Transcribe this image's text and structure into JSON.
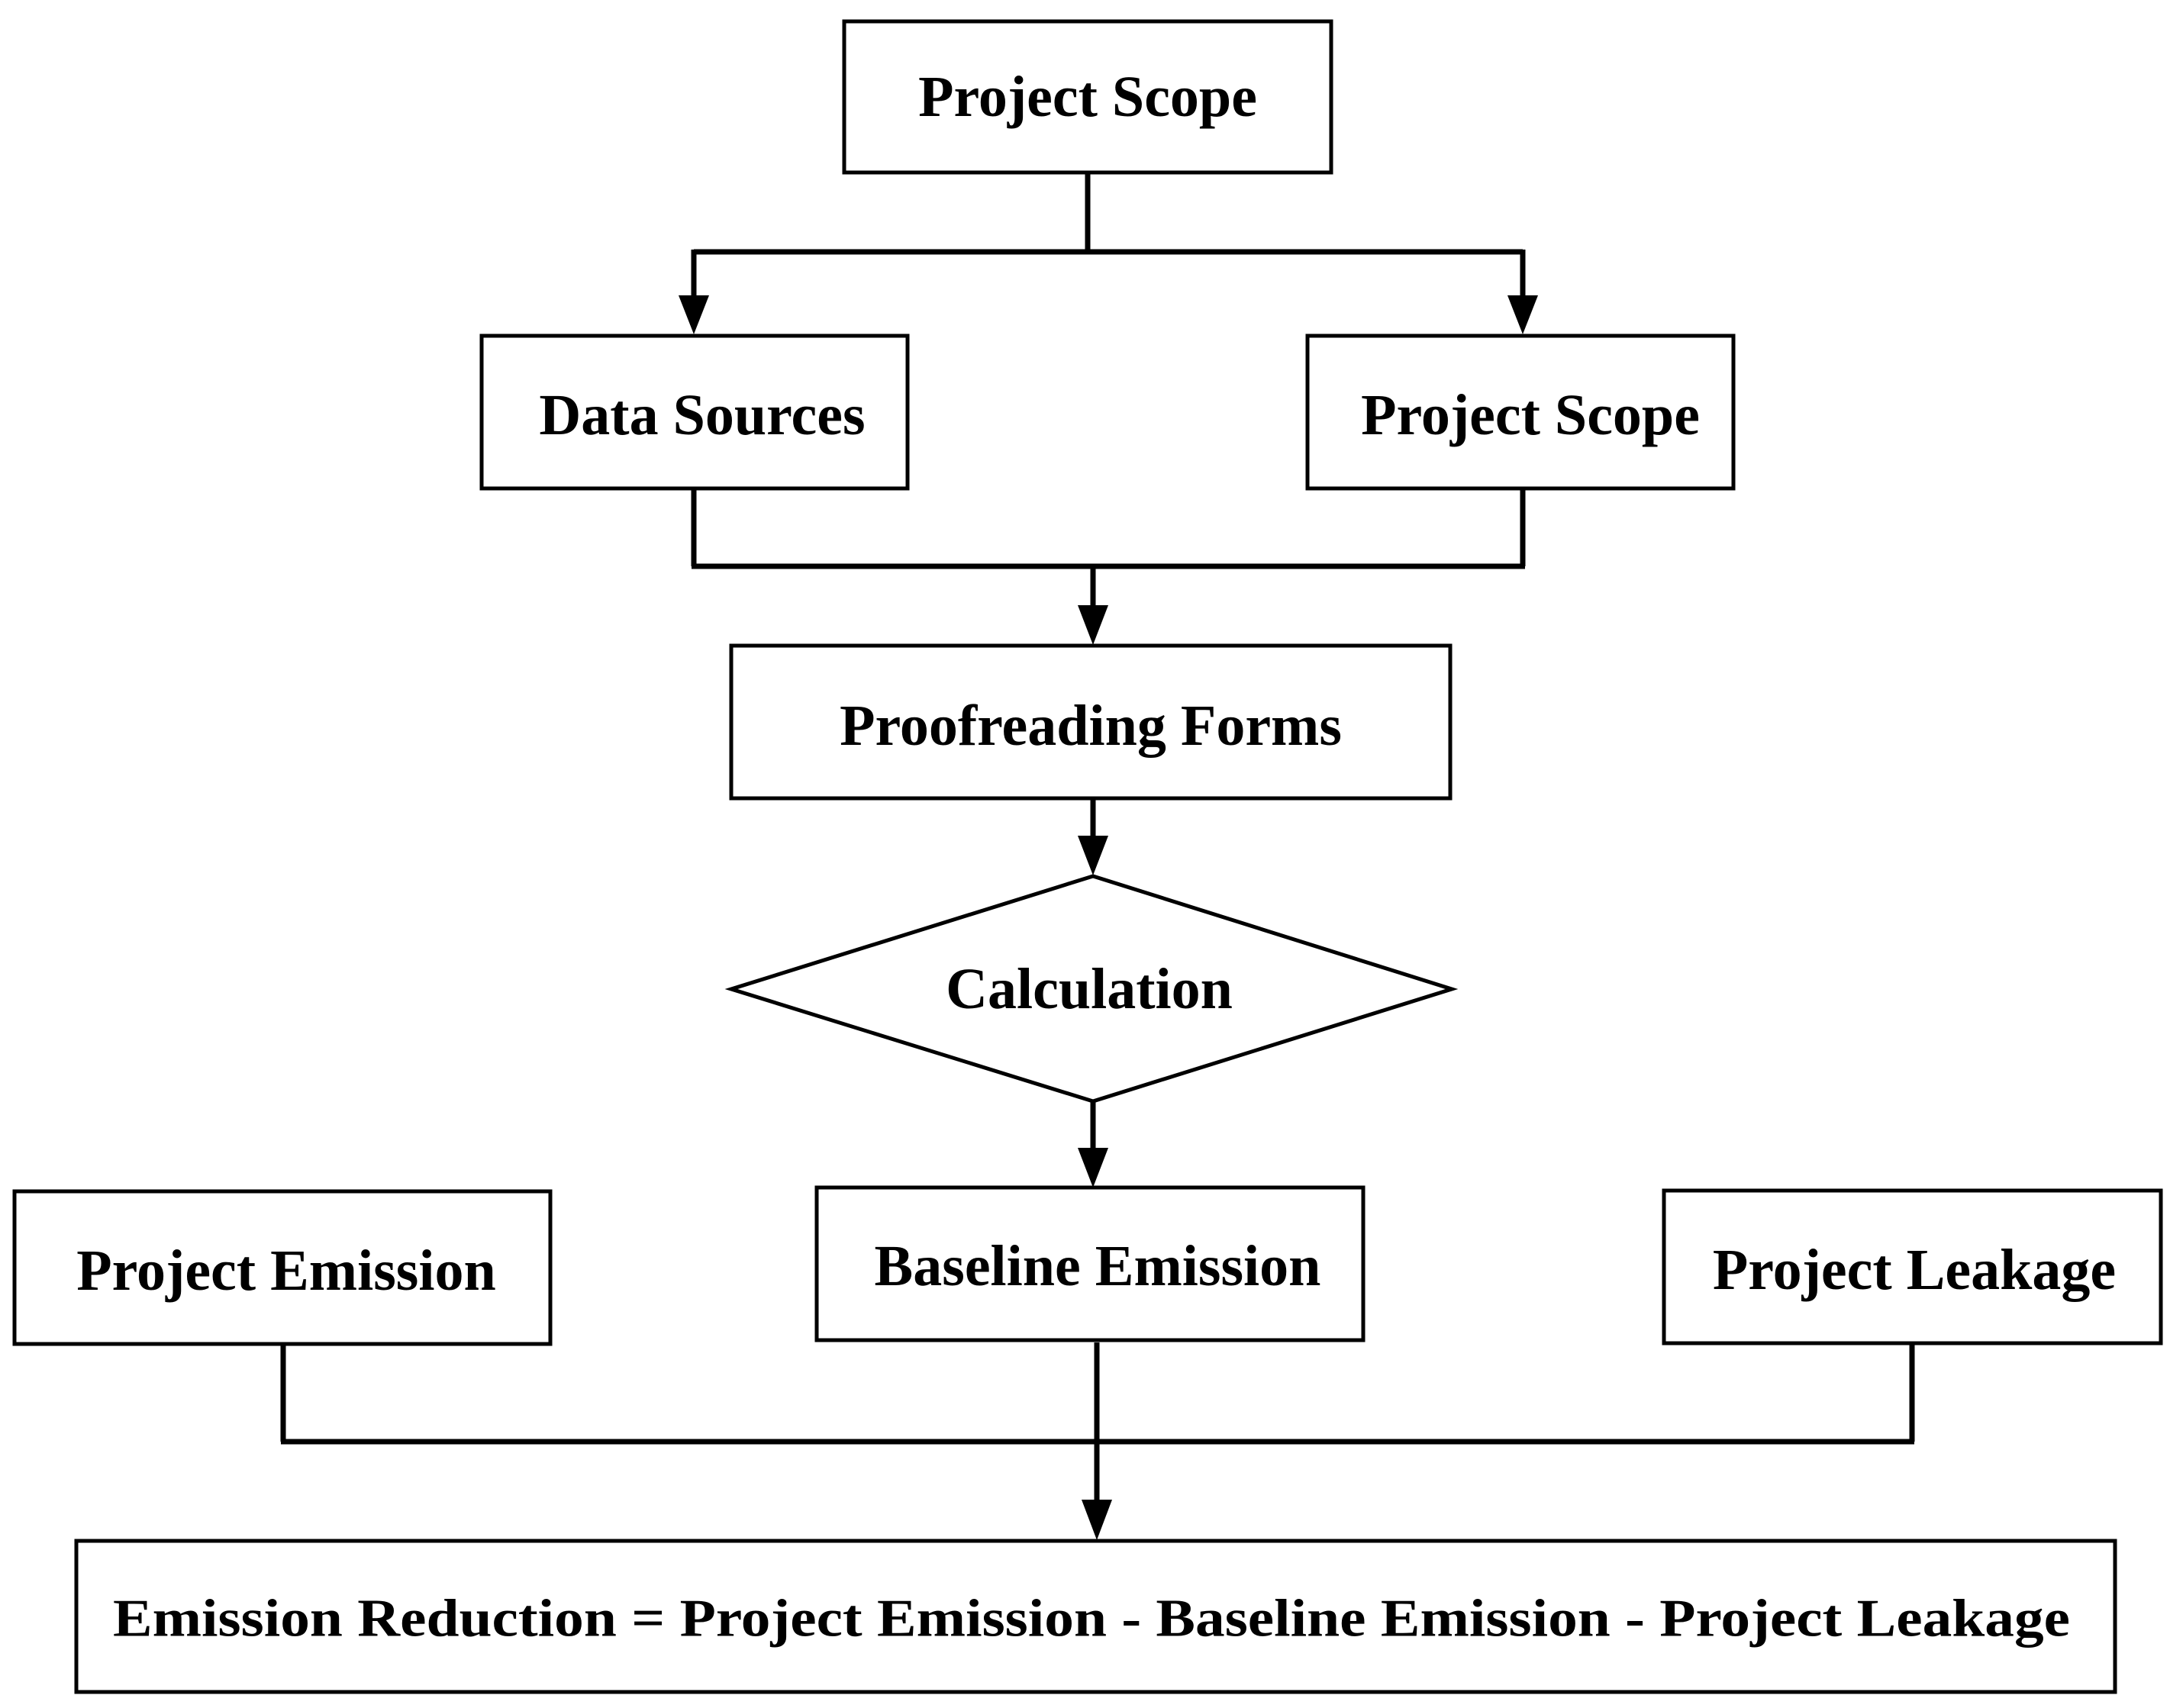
{
  "nodes": {
    "top_scope": "Project Scope",
    "data_sources": "Data Sources",
    "right_scope": "Project Scope",
    "proofreading": "Proofreading Forms",
    "calculation": "Calculation",
    "project_emission": "Project Emission",
    "baseline_emission": "Baseline Emission",
    "project_leakage": "Project Leakage",
    "formula": "Emission Reduction = Project Emission - Baseline Emission - Project Leakage"
  }
}
